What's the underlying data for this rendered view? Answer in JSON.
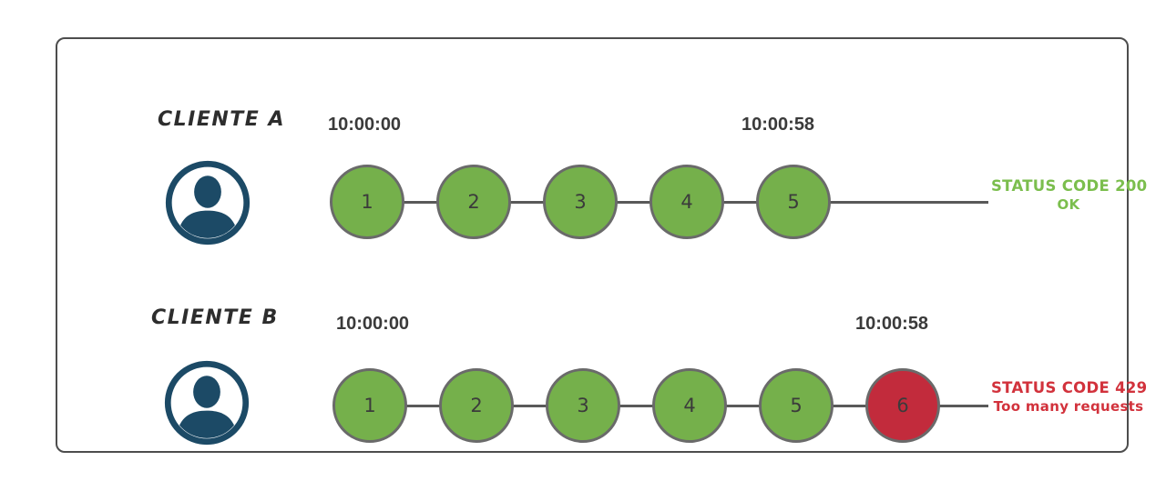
{
  "diagram": {
    "rows": [
      {
        "client_label": "CLIENTE A",
        "start_time": "10:00:00",
        "end_time": "10:00:58",
        "requests": [
          "1",
          "2",
          "3",
          "4",
          "5"
        ],
        "failed_index": -1,
        "status_line1": "STATUS CODE 200",
        "status_line2": "OK"
      },
      {
        "client_label": "CLIENTE B",
        "start_time": "10:00:00",
        "end_time": "10:00:58",
        "requests": [
          "1",
          "2",
          "3",
          "4",
          "5",
          "6"
        ],
        "failed_index": 5,
        "status_line1": "STATUS CODE 429",
        "status_line2": "Too many requests"
      }
    ],
    "icons": {
      "client": "user-avatar-icon"
    },
    "colors": {
      "request_ok": "#75b04b",
      "request_blocked": "#c22b3c",
      "circle_border": "#6a6a6a",
      "timeline_line": "#595959",
      "frame_border": "#4d4d4d",
      "avatar_navy": "#1c4a66",
      "status_ok_text": "#7bbe4d",
      "status_error_text": "#d2323c"
    }
  }
}
